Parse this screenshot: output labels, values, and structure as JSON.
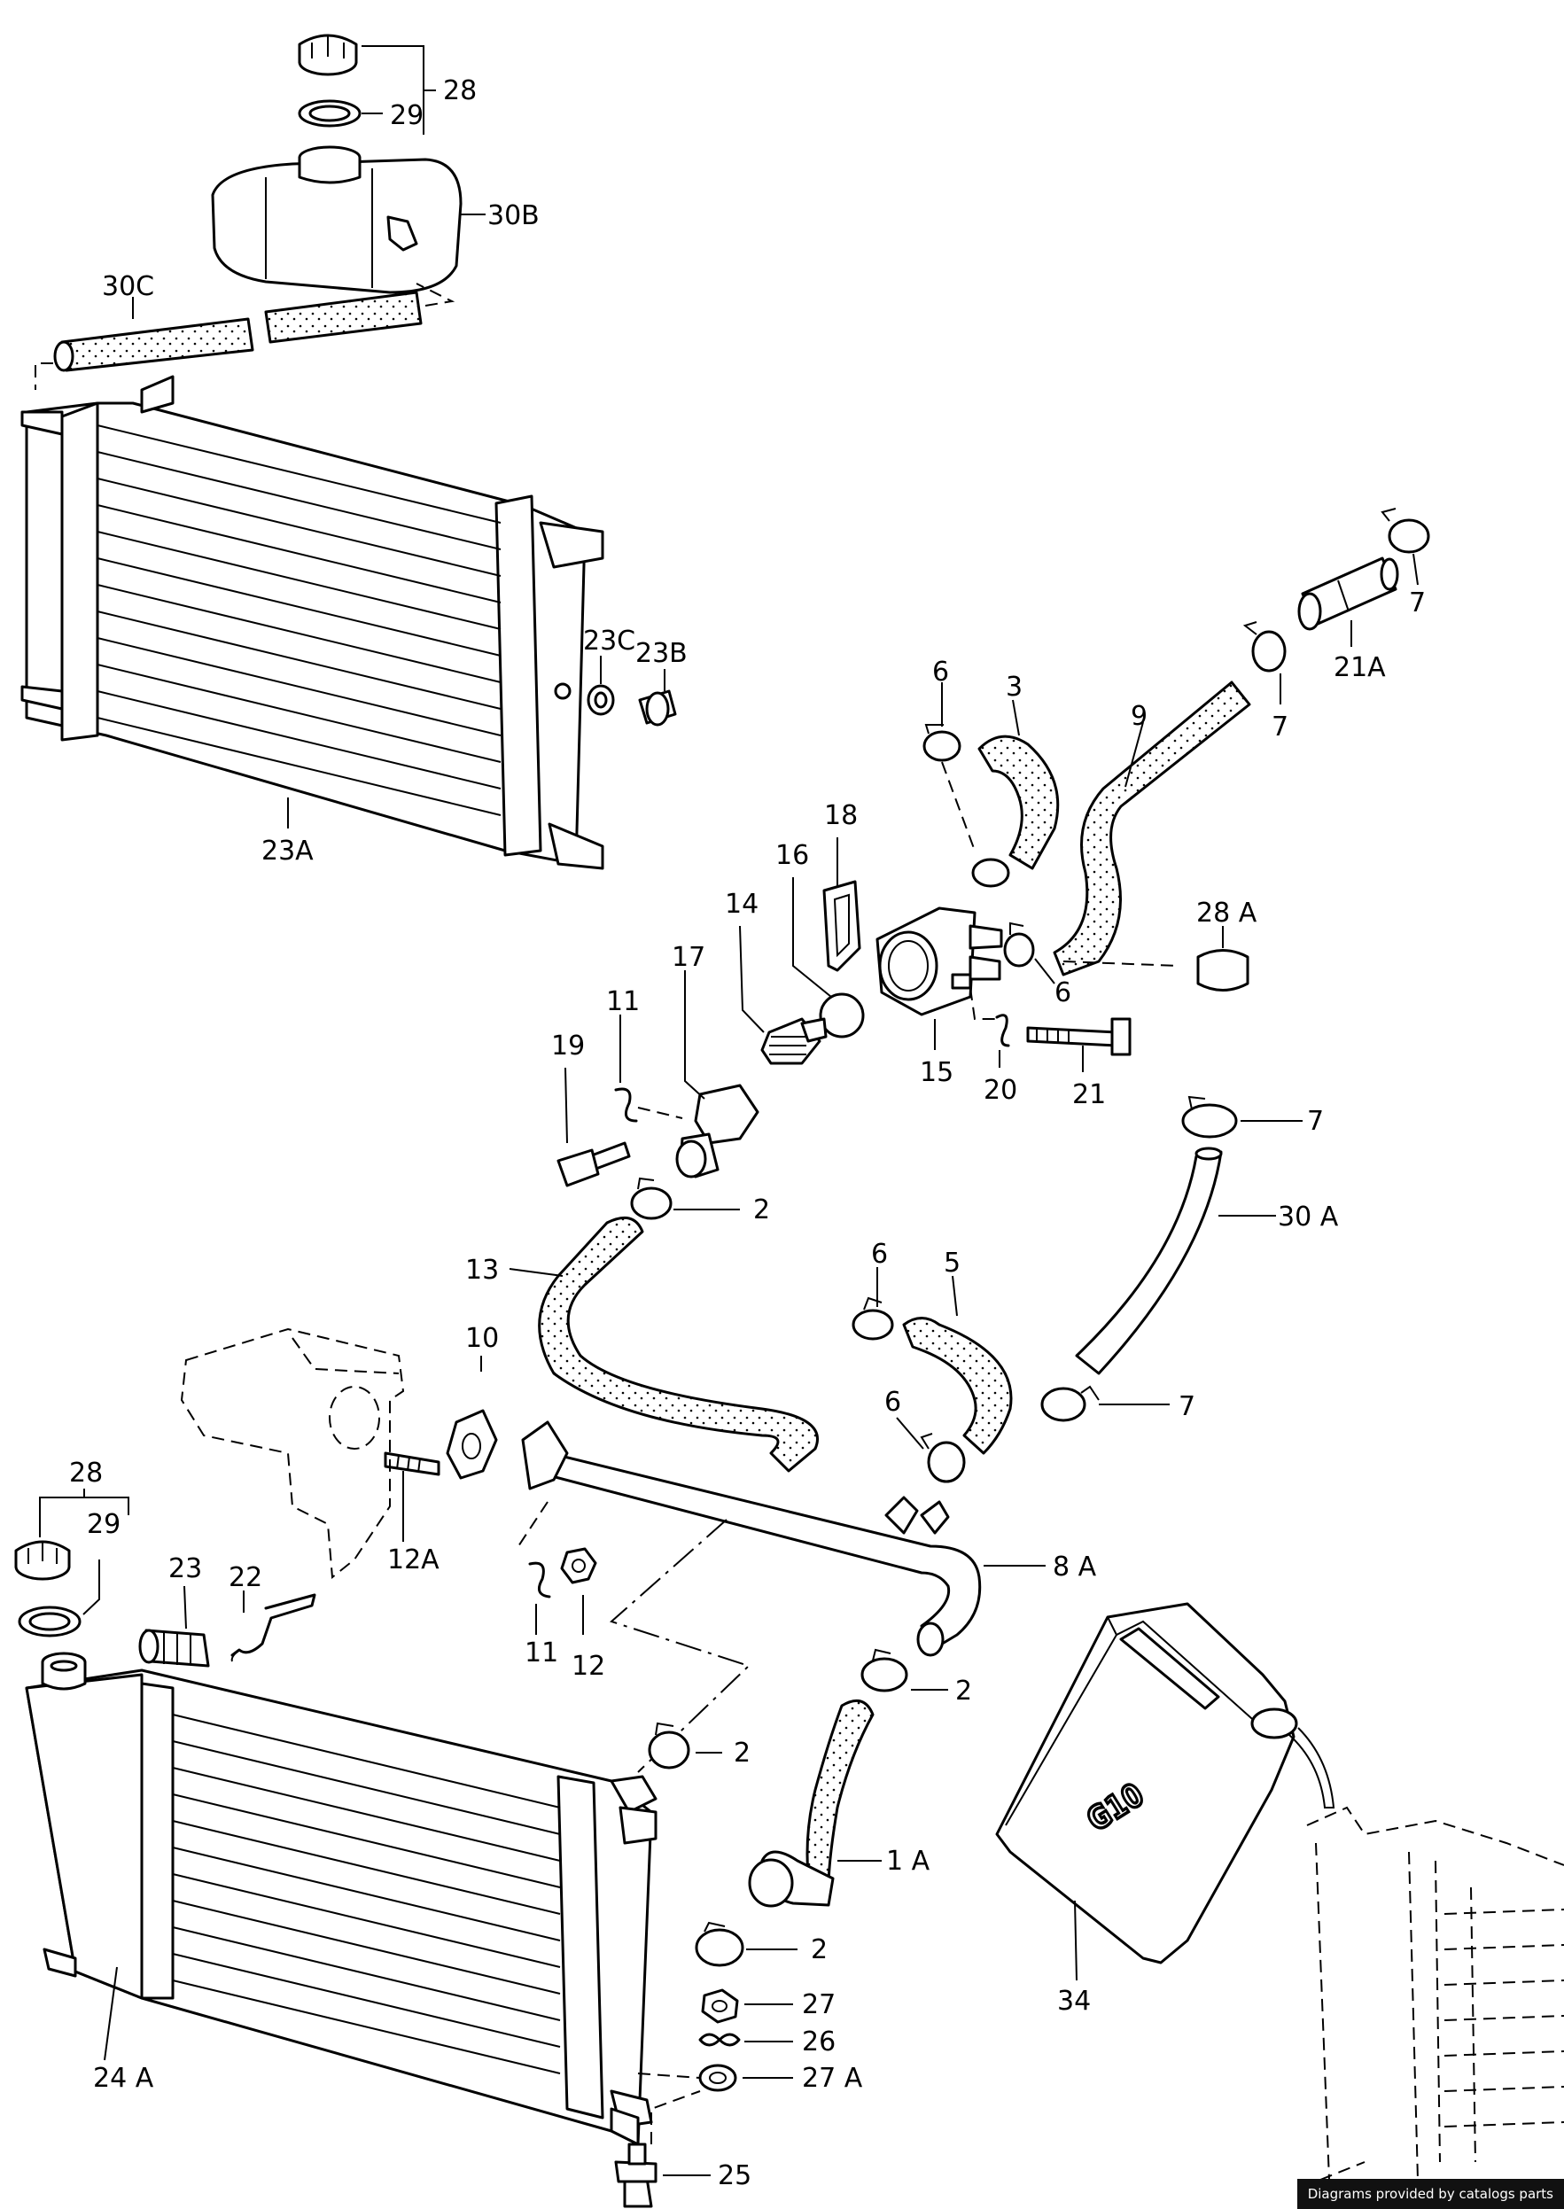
{
  "credit": "Diagrams provided by catalogs parts",
  "canister_text": "G10",
  "callouts": {
    "c28_top": "28",
    "c29_top": "29",
    "c30B": "30B",
    "c30C": "30C",
    "c23C": "23C",
    "c23B": "23B",
    "c23A": "23A",
    "c6_a": "6",
    "c3": "3",
    "c9": "9",
    "c7_a": "7",
    "c7_b": "7",
    "c21A": "21A",
    "c18": "18",
    "c16": "16",
    "c14": "14",
    "c17": "17",
    "c11_a": "11",
    "c19": "19",
    "c28A": "28 A",
    "c6_b": "6",
    "c15": "15",
    "c20": "20",
    "c21": "21",
    "c7_c": "7",
    "c30A": "30 A",
    "c2_a": "2",
    "c13": "13",
    "c10": "10",
    "c6_c": "6",
    "c5": "5",
    "c6_d": "6",
    "c7_d": "7",
    "c8A": "8 A",
    "c12A": "12A",
    "c11_b": "11",
    "c12": "12",
    "c28_bot": "28",
    "c29_bot": "29",
    "c23": "23",
    "c22": "22",
    "c2_b": "2",
    "c2_c": "2",
    "c1A": "1 A",
    "c34": "34",
    "c2_d": "2",
    "c27": "27",
    "c26": "26",
    "c27A": "27 A",
    "c24A": "24 A",
    "c25": "25"
  }
}
